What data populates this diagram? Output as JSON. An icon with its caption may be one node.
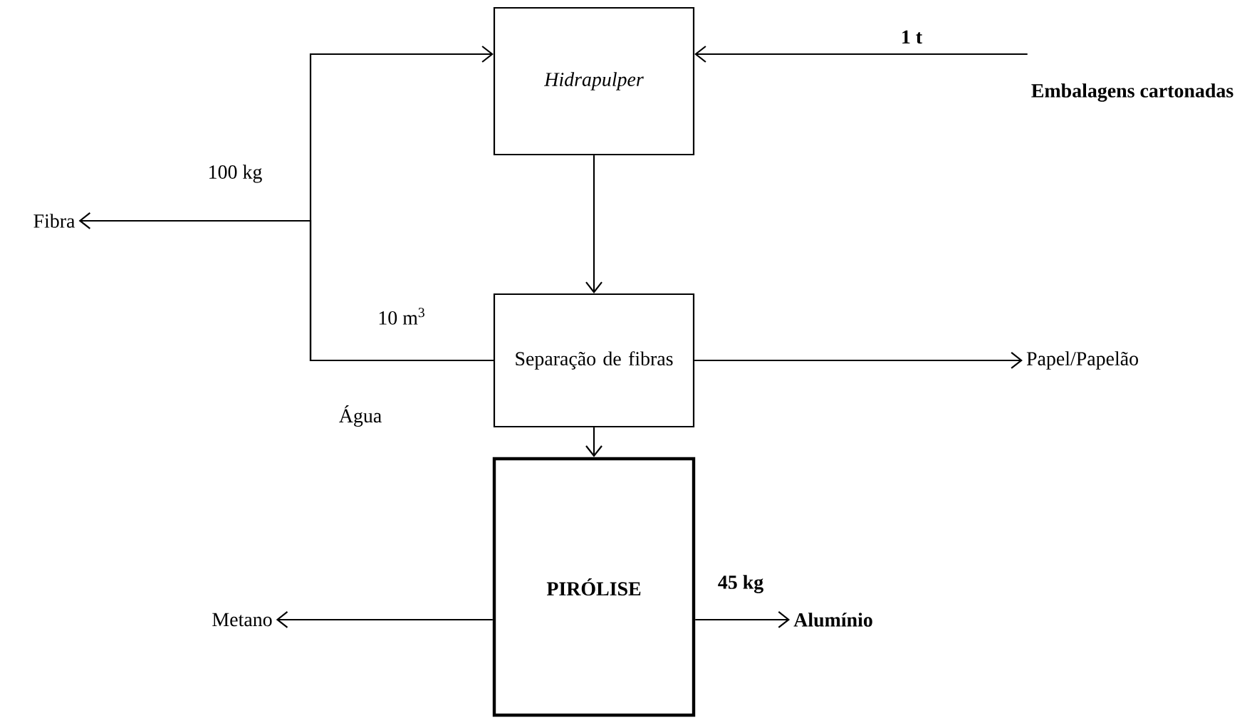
{
  "diagram": {
    "nodes": [
      {
        "text": [
          "Hidrapulper"
        ]
      },
      {
        "text": [
          "Embalagens cartonadas"
        ]
      },
      {
        "text": [
          "Separação de fibras"
        ]
      },
      {
        "text": [
          "Papel/Papelão"
        ]
      },
      {
        "text": [
          "Fibra"
        ]
      },
      {
        "text": [
          "PIRÓLISE"
        ]
      },
      {
        "text": [
          "Metano"
        ]
      },
      {
        "text": [
          "Alumínio"
        ]
      }
    ],
    "edges": [
      {
        "from": 1,
        "to": 0,
        "arrow": "to",
        "label": "1 t"
      },
      {
        "from": 0,
        "to": 2,
        "arrow": "to"
      },
      {
        "from": 2,
        "to": 0,
        "arrow": "to",
        "label": "10 m$^{3}$"
      },
      {
        "from": 2,
        "to": 4,
        "arrow": "to",
        "label": "100 kg"
      },
      {
        "from": 2,
        "to": 3,
        "arrow": "to"
      },
      {
        "from": 2,
        "to": 5,
        "arrow": "to"
      },
      {
        "from": 5,
        "to": 6,
        "arrow": "to"
      },
      {
        "from": 5,
        "to": 7,
        "arrow": "to",
        "label": "45 kg"
      }
    ],
    "labels": [
      "Água"
    ]
  }
}
